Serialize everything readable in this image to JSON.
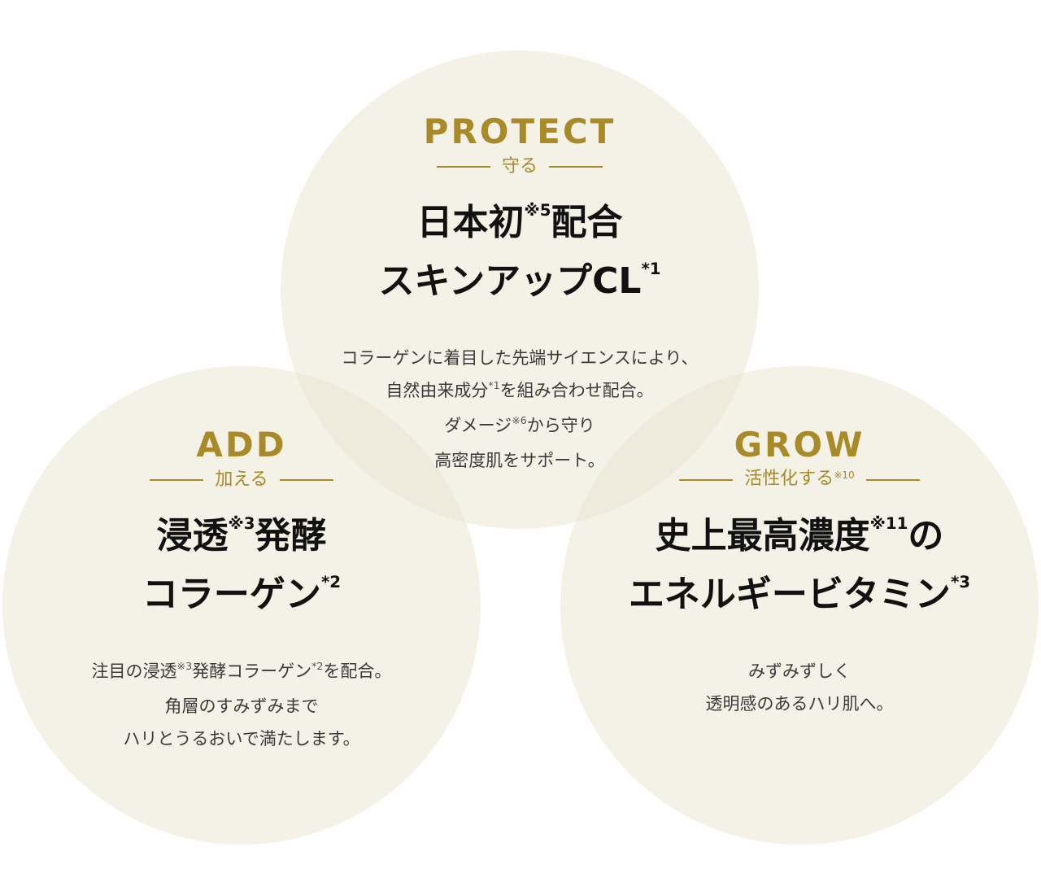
{
  "protect": {
    "eng": "PROTECT",
    "sub": "守る",
    "sub_sup": "",
    "h1a": "日本初",
    "h1a_sup": "※5",
    "h1b": "配合",
    "h2a": "スキンアップCL",
    "h2a_sup": "*1",
    "d1": "コラーゲンに着目した先端サイエンスにより、",
    "d2a": "自然由来成分",
    "d2a_sup": "*1",
    "d2b": "を組み合わせ配合。",
    "d3a": "ダメージ",
    "d3a_sup": "※6",
    "d3b": "から守り",
    "d4": "高密度肌をサポート。"
  },
  "add": {
    "eng": "ADD",
    "sub": "加える",
    "h1a": "浸透",
    "h1a_sup": "※3",
    "h1b": "発酵",
    "h2a": "コラーゲン",
    "h2a_sup": "*2",
    "d1a": "注目の浸透",
    "d1a_sup": "※3",
    "d1b": "発酵コラーゲン",
    "d1b_sup": "*2",
    "d1c": "を配合。",
    "d2": "角層のすみずみまで",
    "d3": "ハリとうるおいで満たします。"
  },
  "grow": {
    "eng": "GROW",
    "sub": "活性化する",
    "sub_sup": "※10",
    "h1a": "史上最高濃度",
    "h1a_sup": "※11",
    "h1b": "の",
    "h2a": "エネルギービタミン",
    "h2a_sup": "*3",
    "d1": "みずみずしく",
    "d2": "透明感のあるハリ肌へ。"
  },
  "colors": {
    "accent": "#a88a28",
    "circle": "#eae3d0",
    "text": "#1a1a1a"
  }
}
